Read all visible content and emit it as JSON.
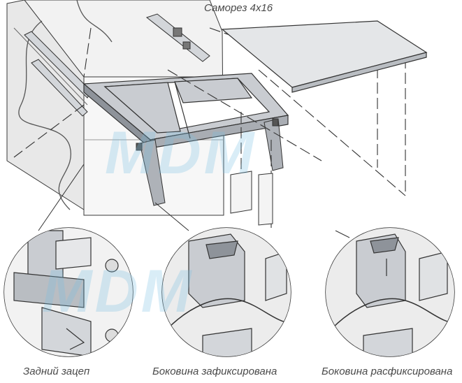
{
  "labels": {
    "screw": "Саморез 4x16",
    "rear_hook": "Задний зацеп",
    "side_fixed": "Боковина зафиксирована",
    "side_unfixed": "Боковина расфиксирована"
  },
  "watermark": "MDM",
  "colors": {
    "line": "#3a3a3a",
    "metal": "#c9ccd1",
    "metal_dark": "#8e939a",
    "cabinet": "#ebebeb",
    "watermark": "#78bee1"
  }
}
